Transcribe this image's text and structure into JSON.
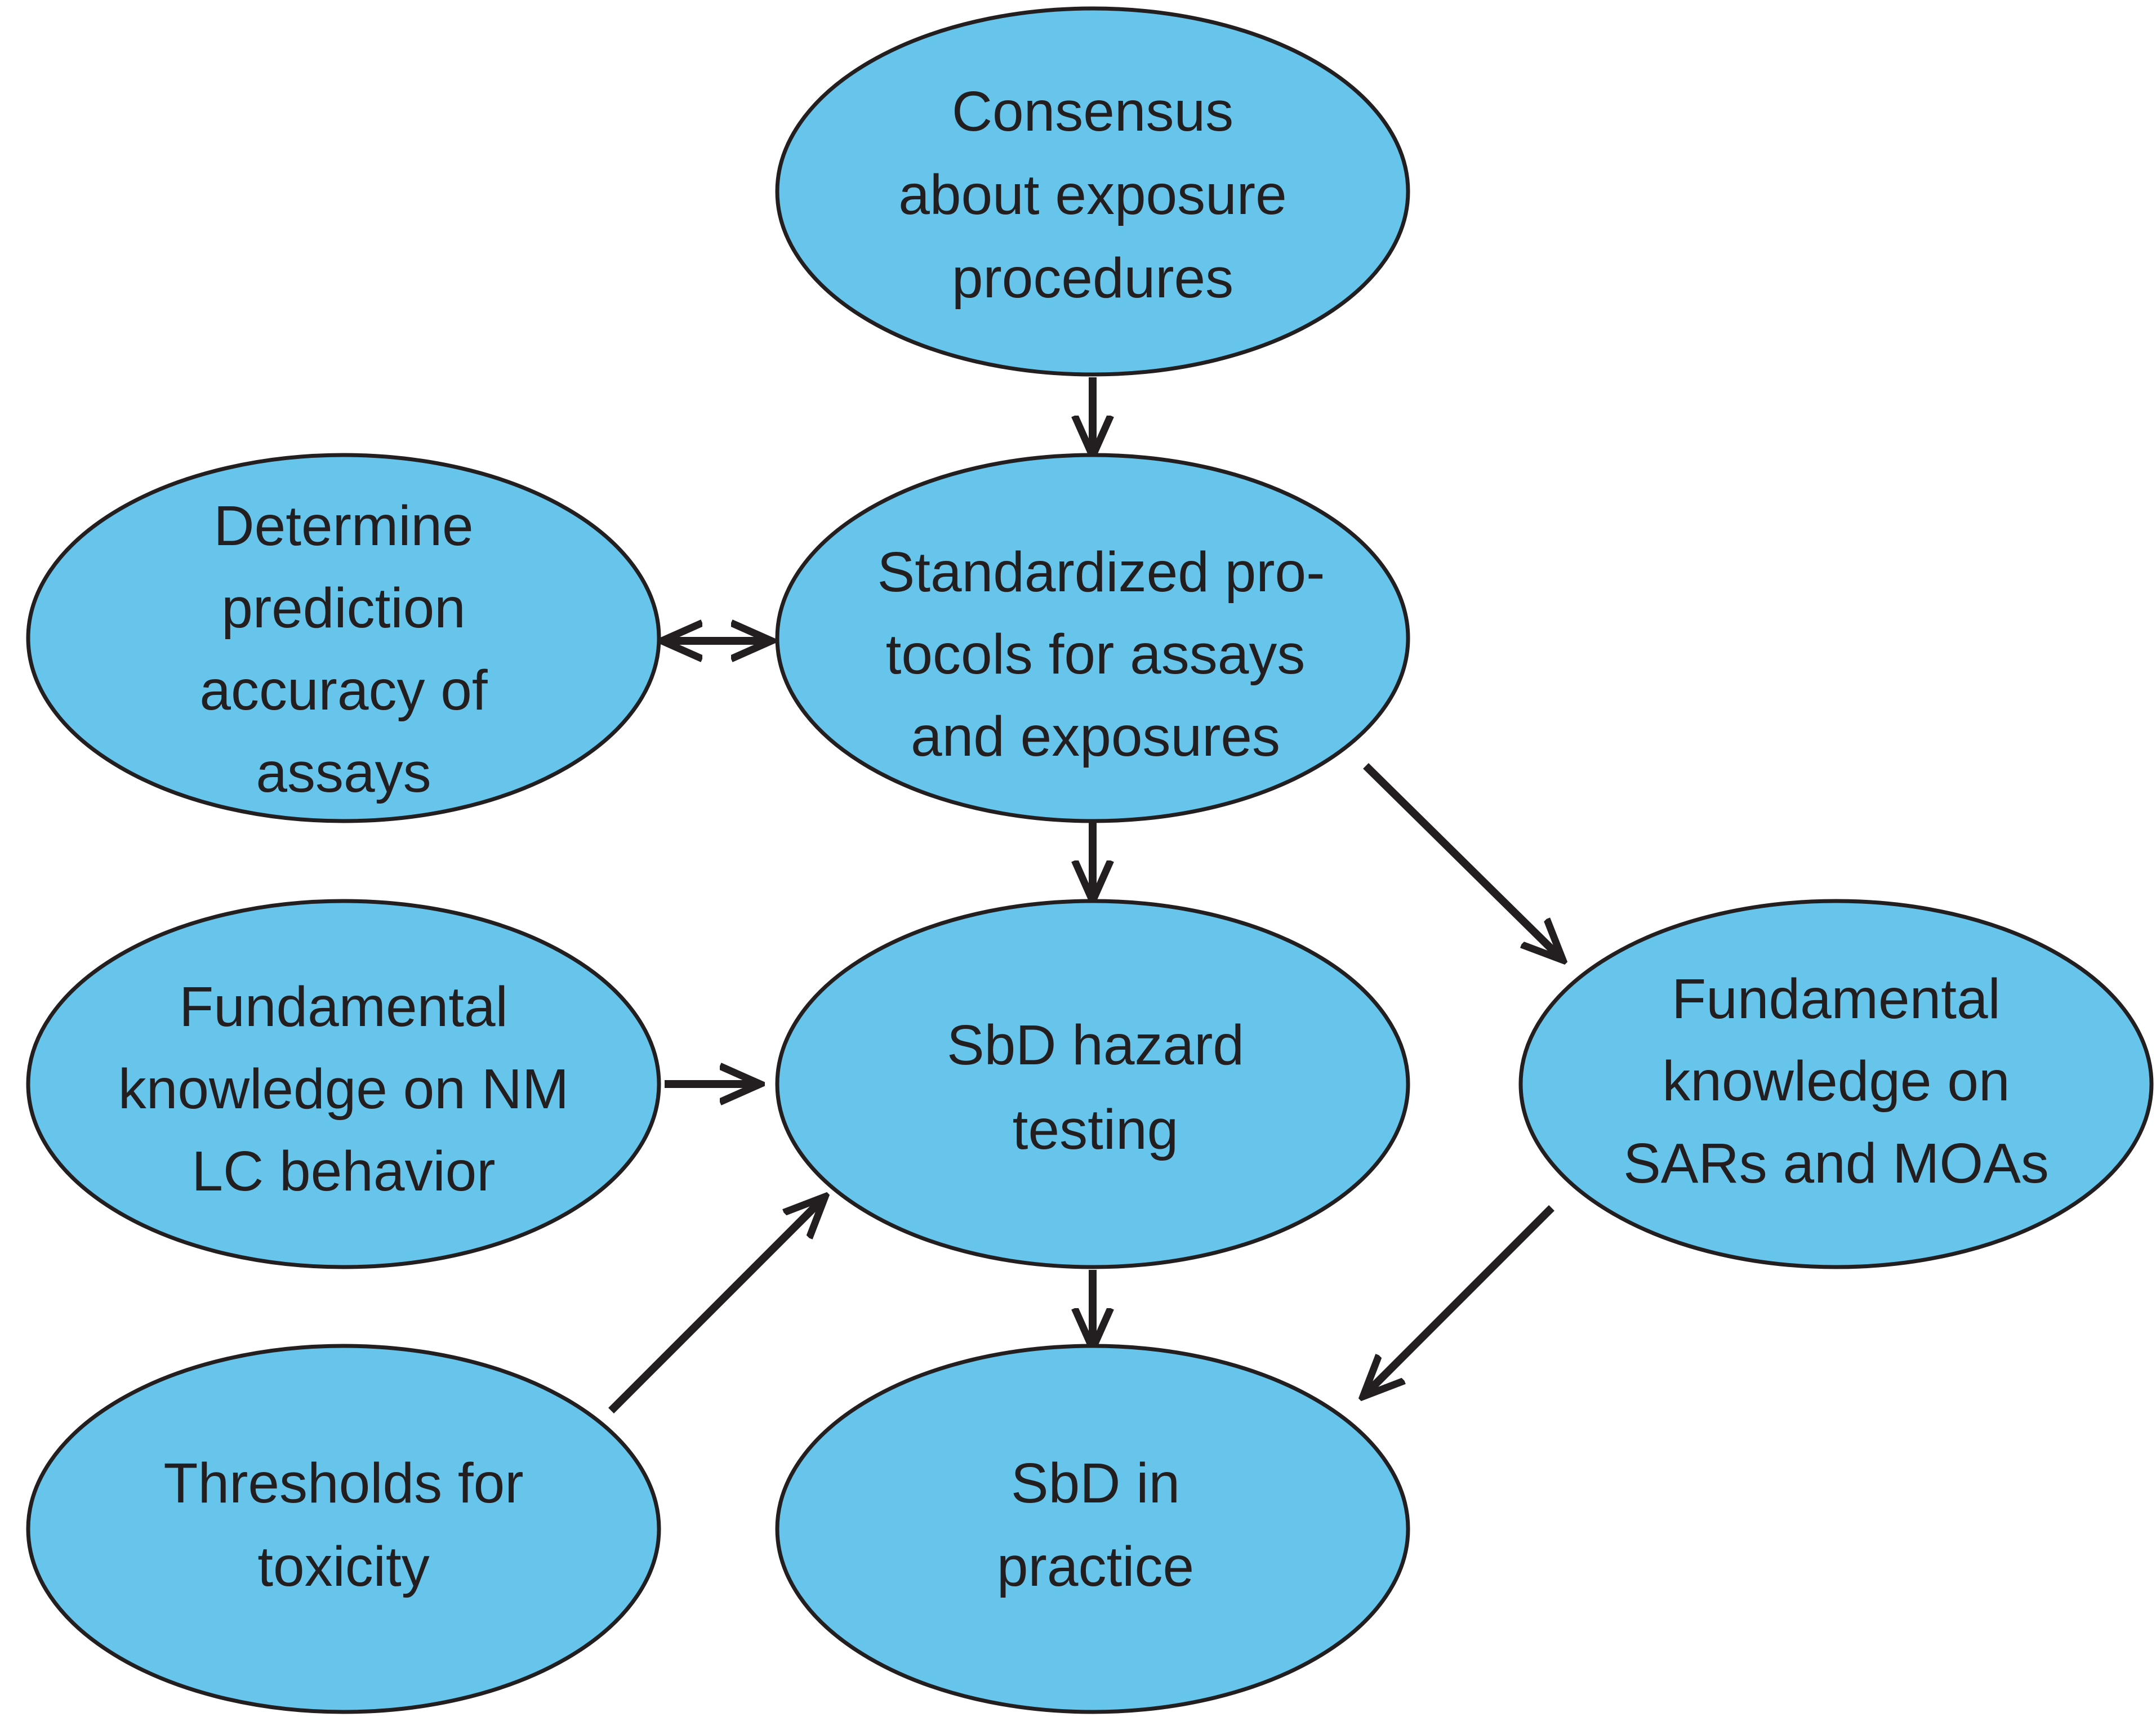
{
  "colors": {
    "node_fill": "#67c5ec",
    "node_stroke": "#231f20",
    "edge": "#231f20"
  },
  "nodes": [
    {
      "id": "consensus",
      "lines": [
        "Consensus",
        "about exposure",
        "procedures"
      ]
    },
    {
      "id": "determine",
      "lines": [
        "Determine",
        "prediction",
        "accuracy of",
        "assays"
      ]
    },
    {
      "id": "standardized",
      "lines": [
        "Standardized pro-",
        "tocols for assays",
        "and exposures"
      ]
    },
    {
      "id": "fund_nm",
      "lines": [
        "Fundamental",
        "knowledge on NM",
        "LC behavior"
      ]
    },
    {
      "id": "hazard",
      "lines": [
        "SbD hazard",
        "testing"
      ]
    },
    {
      "id": "fund_sar",
      "lines": [
        "Fundamental",
        "knowledge on",
        "SARs and MOAs"
      ]
    },
    {
      "id": "thresholds",
      "lines": [
        "Thresholds for",
        "toxicity"
      ]
    },
    {
      "id": "practice",
      "lines": [
        "SbD in",
        "practice"
      ]
    }
  ],
  "edges": [
    {
      "from": "consensus",
      "to": "standardized",
      "direction": "forward"
    },
    {
      "from": "determine",
      "to": "standardized",
      "direction": "both"
    },
    {
      "from": "standardized",
      "to": "hazard",
      "direction": "forward"
    },
    {
      "from": "standardized",
      "to": "fund_sar",
      "direction": "forward"
    },
    {
      "from": "fund_nm",
      "to": "hazard",
      "direction": "forward"
    },
    {
      "from": "thresholds",
      "to": "hazard",
      "direction": "forward"
    },
    {
      "from": "hazard",
      "to": "practice",
      "direction": "forward"
    },
    {
      "from": "fund_sar",
      "to": "practice",
      "direction": "forward"
    }
  ]
}
